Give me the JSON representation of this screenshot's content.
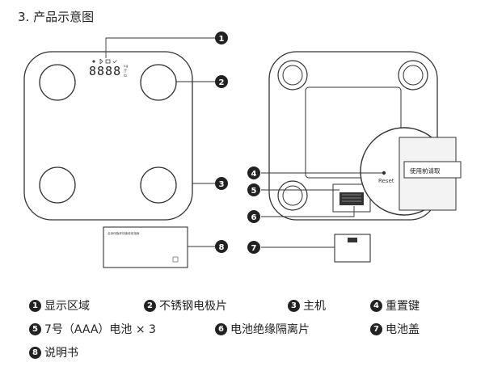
{
  "heading": "3. 产品示意图",
  "display_segments": "8888",
  "display_units": [
    "kg",
    "斤",
    "lb"
  ],
  "reset_label": "Reset",
  "sticker_text": "使用前请取",
  "manual_text": "全身体脂秤快速使用指南",
  "callout_numbers": [
    "1",
    "2",
    "3",
    "4",
    "5",
    "6",
    "7",
    "8"
  ],
  "legend": [
    {
      "num": "1",
      "label": "显示区域"
    },
    {
      "num": "2",
      "label": "不锈钢电极片"
    },
    {
      "num": "3",
      "label": "主机"
    },
    {
      "num": "4",
      "label": "重置键"
    },
    {
      "num": "5",
      "label": "7号（AAA）电池 × 3"
    },
    {
      "num": "6",
      "label": "电池绝缘隔离片"
    },
    {
      "num": "7",
      "label": "电池盖"
    },
    {
      "num": "8",
      "label": "说明书"
    }
  ],
  "colors": {
    "line": "#333333",
    "callout_fill": "#222222",
    "callout_text": "#ffffff",
    "background": "#ffffff"
  }
}
